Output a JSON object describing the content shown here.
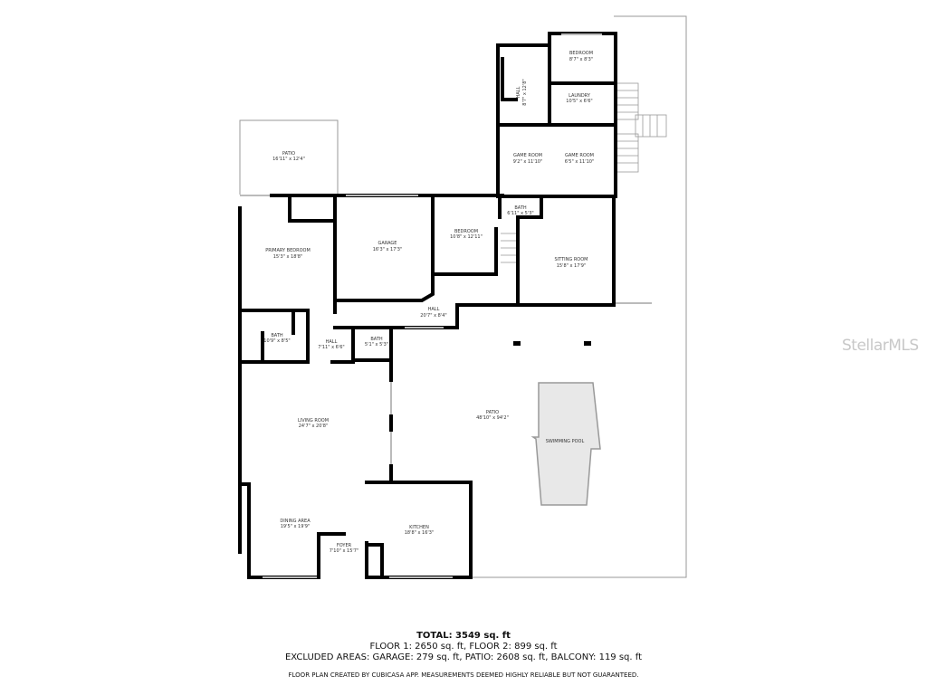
{
  "rooms": [
    {
      "name": "BEDROOM",
      "dims": "8'7\" x 8'3\""
    },
    {
      "name": "HALL",
      "dims": "8'7\" x 12'8\""
    },
    {
      "name": "LAUNDRY",
      "dims": "10'5\" x 6'6\""
    },
    {
      "name": "GAME ROOM",
      "dims": "9'2\" x 11'10\""
    },
    {
      "name": "GAME ROOM",
      "dims": "6'5\" x 11'10\""
    },
    {
      "name": "PATIO",
      "dims": "16'11\" x 12'4\""
    },
    {
      "name": "PRIMARY BEDROOM",
      "dims": "15'3\" x 18'8\""
    },
    {
      "name": "GARAGE",
      "dims": "16'3\" x 17'3\""
    },
    {
      "name": "BEDROOM",
      "dims": "10'8\" x 12'11\""
    },
    {
      "name": "BATH",
      "dims": "6'11\" x 5'3\""
    },
    {
      "name": "SITTING ROOM",
      "dims": "15'8\" x 17'9\""
    },
    {
      "name": "HALL",
      "dims": "20'7\" x 8'4\""
    },
    {
      "name": "BATH",
      "dims": "10'9\" x 8'5\""
    },
    {
      "name": "HALL",
      "dims": "7'11\" x 6'6\""
    },
    {
      "name": "BATH",
      "dims": "5'1\" x 5'3\""
    },
    {
      "name": "LIVING ROOM",
      "dims": "24'7\" x 20'8\""
    },
    {
      "name": "PATIO",
      "dims": "48'10\" x 94'2\""
    },
    {
      "name": "SWIMMING POOL",
      "dims": ""
    },
    {
      "name": "DINING AREA",
      "dims": "19'5\" x 19'9\""
    },
    {
      "name": "KITCHEN",
      "dims": "18'8\" x 16'3\""
    },
    {
      "name": "FOYER",
      "dims": "7'10\" x 15'7\""
    }
  ],
  "summary": {
    "total": "TOTAL: 3549 sq. ft",
    "floors": "FLOOR 1: 2650 sq. ft, FLOOR 2: 899 sq. ft",
    "excluded": "EXCLUDED AREAS: GARAGE: 279 sq. ft, PATIO: 2608 sq. ft, BALCONY: 119 sq. ft",
    "disclaimer": "FLOOR PLAN CREATED BY CUBICASA APP. MEASUREMENTS DEEMED HIGHLY RELIABLE BUT NOT GUARANTEED."
  },
  "watermark": "StellarMLS",
  "colors": {
    "wall": "#000000",
    "pool": "#e8e8e8",
    "watermark": "#c8c8c8"
  }
}
